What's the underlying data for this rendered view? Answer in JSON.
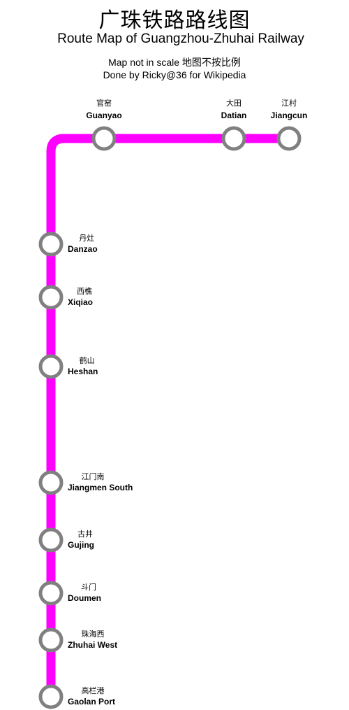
{
  "header": {
    "title_zh": "广珠铁路路线图",
    "title_en": "Route Map of Guangzhou-Zhuhai Railway",
    "note_scale_en": "Map not in scale",
    "note_scale_zh": "地图不按比例",
    "note_credit": "Done by Ricky@36 for Wikipedia"
  },
  "line": {
    "color": "#ff00ff",
    "station_ring_color": "#808080"
  },
  "stations": [
    {
      "id": "jiangcun",
      "zh": "江村",
      "en": "Jiangcun"
    },
    {
      "id": "datian",
      "zh": "大田",
      "en": "Datian"
    },
    {
      "id": "guanyao",
      "zh": "官窑",
      "en": "Guanyao"
    },
    {
      "id": "danzao",
      "zh": "丹灶",
      "en": "Danzao"
    },
    {
      "id": "xiqiao",
      "zh": "西樵",
      "en": "Xiqiao"
    },
    {
      "id": "heshan",
      "zh": "鹤山",
      "en": "Heshan"
    },
    {
      "id": "jiangmen-south",
      "zh": "江门南",
      "en": "Jiangmen South"
    },
    {
      "id": "gujing",
      "zh": "古井",
      "en": "Gujing"
    },
    {
      "id": "doumen",
      "zh": "斗门",
      "en": "Doumen"
    },
    {
      "id": "zhuhai-west",
      "zh": "珠海西",
      "en": "Zhuhai West"
    },
    {
      "id": "gaolan-port",
      "zh": "高栏港",
      "en": "Gaolan Port"
    }
  ]
}
